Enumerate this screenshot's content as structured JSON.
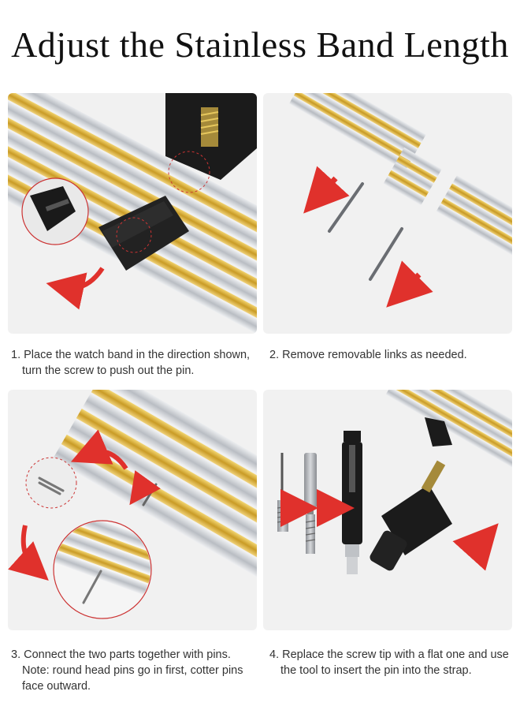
{
  "title": "Adjust the Stainless Band Length",
  "steps": [
    {
      "line1": "1. Place the watch band in the direction shown,",
      "line2": "turn the screw to push out the pin."
    },
    {
      "line1": "2. Remove removable links as needed."
    },
    {
      "line1": "3. Connect the two parts together with pins.",
      "line2": "Note: round head pins go in first, cotter pins",
      "line3": "face outward."
    },
    {
      "line1": "4. Replace the screw tip with a flat one and use",
      "line2": "the tool to insert the pin into the strap."
    }
  ],
  "colors": {
    "arrow": "#e0312c",
    "gold": "#d9b23a",
    "silver": "#c9ccd0",
    "tool": "#1b1b1b",
    "panel_bg": "#f1f1f1"
  }
}
